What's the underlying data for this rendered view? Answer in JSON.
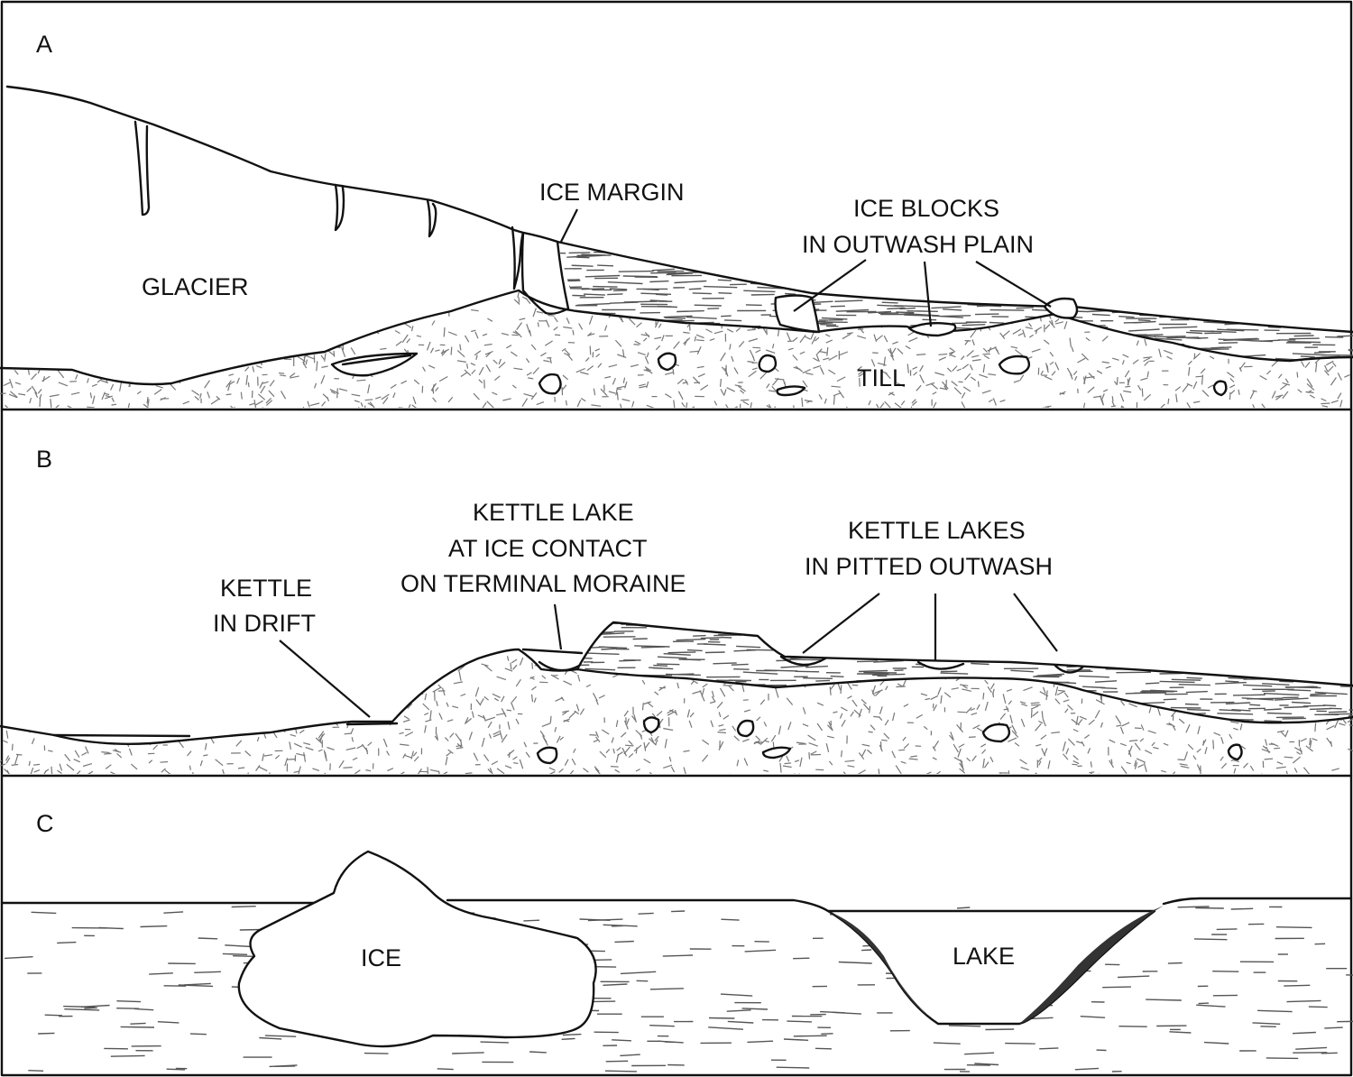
{
  "panels": {
    "a": {
      "letter": "A",
      "labels": {
        "glacier": "GLACIER",
        "ice_margin": "ICE MARGIN",
        "ice_blocks_1": "ICE BLOCKS",
        "ice_blocks_2": "IN OUTWASH PLAIN",
        "till": "TILL"
      }
    },
    "b": {
      "letter": "B",
      "labels": {
        "kettle_1": "KETTLE",
        "kettle_2": "IN DRIFT",
        "ice_contact_1": "KETTLE LAKE",
        "ice_contact_2": "AT ICE CONTACT",
        "ice_contact_3": "ON TERMINAL MORAINE",
        "pitted_1": "KETTLE LAKES",
        "pitted_2": "IN PITTED OUTWASH"
      }
    },
    "c": {
      "letter": "C",
      "labels": {
        "ice": "ICE",
        "lake": "LAKE"
      }
    }
  },
  "colors": {
    "line": "#111111",
    "till_dash": "#777777",
    "outwash_dash": "#555555"
  }
}
